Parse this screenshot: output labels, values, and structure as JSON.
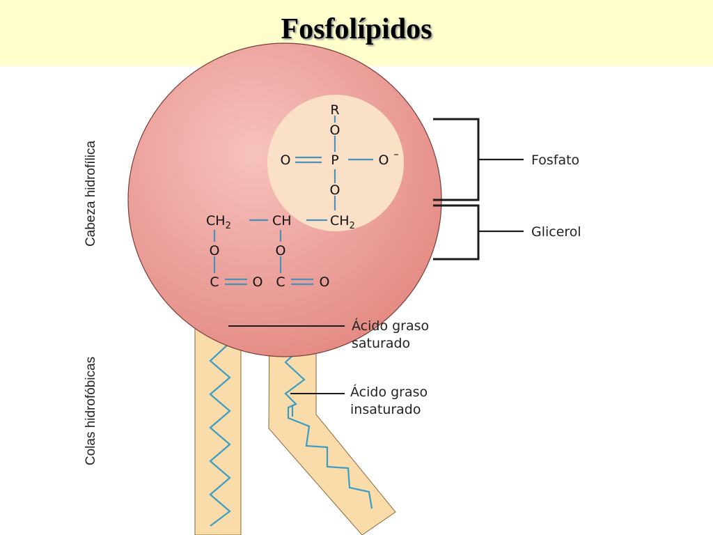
{
  "title": "Fosfolípidos",
  "labels": {
    "head_region": "Cabeza hidrofílica",
    "tail_region": "Colas hidrofóbicas",
    "phosphate": "Fosfato",
    "glycerol": "Glicerol",
    "saturated_line1": "Ácido graso",
    "saturated_line2": "saturado",
    "unsaturated_line1": "Ácido graso",
    "unsaturated_line2": "insaturado"
  },
  "atoms": {
    "R": "R",
    "O": "O",
    "P": "P",
    "O_minus": "O",
    "minus": "–",
    "C": "C",
    "CH": "CH",
    "CH2": "CH",
    "subscript_2": "2"
  },
  "colors": {
    "head_fill": "#e8928c",
    "phosphate_fill": "#fbe0c8",
    "tail_fill": "#f9dcaa",
    "bond": "#4a90b8",
    "chain": "#3a9cc4",
    "title_bg": "#ffffcc"
  }
}
